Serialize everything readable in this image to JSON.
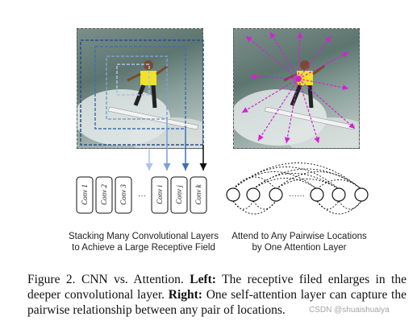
{
  "left_panel": {
    "caption_line1": "Stacking Many Convolutional Layers",
    "caption_line2": "to Achieve a Large Receptive Field",
    "layers": [
      "Conv 1",
      "Conv 2",
      "Conv 3",
      "Conv i",
      "Conv j",
      "Conv k"
    ],
    "ellipsis": "···"
  },
  "right_panel": {
    "caption_line1": "Attend to Any Pairwise Locations",
    "caption_line2": "by One Attention Layer",
    "ellipsis": "······"
  },
  "figure_caption": {
    "prefix": "Figure 2. CNN vs. Attention.",
    "left_label": "Left:",
    "left_text": "The receptive filed enlarges in the deeper convolutional layer.",
    "right_label": "Right:",
    "right_text": "One self-attention layer can capture the pairwise relationship between any pair of locations."
  },
  "watermark": "CSDN @shuaishuaiya",
  "colors": {
    "attention_arrows": "#d61fd6",
    "receptive_box_1": "#a9c4e8",
    "receptive_box_2": "#7aa0d6",
    "receptive_box_3": "#3f6fb5",
    "receptive_box_4": "#2a4c8a",
    "conv_k_arrow": "#111111"
  }
}
